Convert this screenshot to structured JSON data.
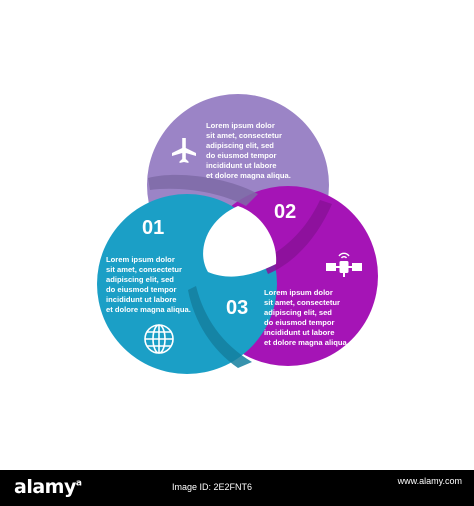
{
  "segments": [
    {
      "number": "01",
      "color": "#1b9fc6",
      "icon": "globe-icon",
      "lines": [
        "Lorem ipsum dolor",
        "sit amet, consectetur",
        "adipiscing elit, sed",
        "do eiusmod tempor",
        "incididunt ut labore",
        "et dolore magna aliqua."
      ]
    },
    {
      "number": "02",
      "color": "#9b84c6",
      "icon": "airplane-icon",
      "lines": [
        "Lorem ipsum dolor",
        "sit amet, consectetur",
        "adipiscing elit, sed",
        "do eiusmod tempor",
        "incididunt ut labore",
        "et dolore magna aliqua."
      ]
    },
    {
      "number": "03",
      "color": "#a514b6",
      "icon": "satellite-icon",
      "lines": [
        "Lorem ipsum dolor",
        "sit amet, consectetur",
        "adipiscing elit, sed",
        "do eiusmod tempor",
        "incididunt ut labore",
        "et dolore magna aliqua."
      ]
    }
  ],
  "footer": {
    "brand": "alamy",
    "image_id": "Image ID: 2E2FNT6",
    "site": "www.alamy.com"
  }
}
